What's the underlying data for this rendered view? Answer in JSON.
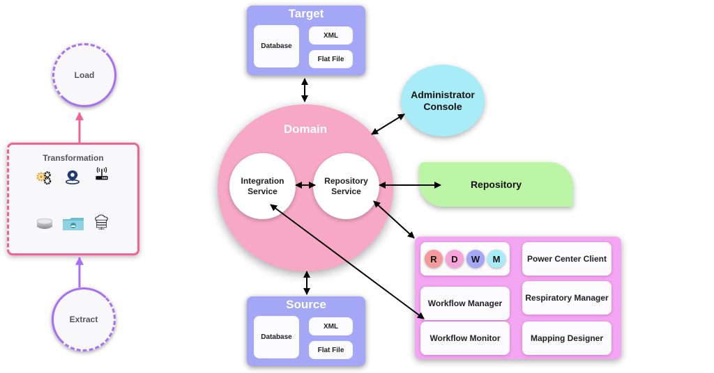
{
  "etl": {
    "load_label": "Load",
    "transformation_label": "Transformation",
    "extract_label": "Extract",
    "transformation_icons": [
      "gears-icon",
      "location-pin-icon",
      "wireless-router-icon",
      "disk-icon",
      "folder-icon",
      "cloud-server-icon"
    ]
  },
  "target": {
    "title": "Target",
    "database": "Database",
    "xml": "XML",
    "flat_file": "Flat File"
  },
  "source": {
    "title": "Source",
    "database": "Database",
    "xml": "XML",
    "flat_file": "Flat File"
  },
  "domain": {
    "title": "Domain",
    "integration_service": "Integration Service",
    "repository_service": "Repository Service"
  },
  "administrator_console": "Administrator Console",
  "repository": "Repository",
  "client": {
    "badges": [
      {
        "letter": "R",
        "color": "#f59a9a"
      },
      {
        "letter": "D",
        "color": "#f5a3d8"
      },
      {
        "letter": "W",
        "color": "#a3a7f5"
      },
      {
        "letter": "M",
        "color": "#a8ecf7"
      }
    ],
    "power_center_client": "Power Center Client",
    "workflow_manager": "Workflow Manager",
    "respiratory_manager": "Respiratory Manager",
    "workflow_monitor": "Workflow Monitor",
    "mapping_designer": "Mapping Designer"
  },
  "colors": {
    "domain": "#f7a8c4",
    "store": "#a3a7f5",
    "admin": "#a8ecf7",
    "repository": "#bdf5a6",
    "client_panel": "#f3a6f1",
    "etl_purple": "#a86ef5",
    "etl_pink": "#f06292"
  }
}
